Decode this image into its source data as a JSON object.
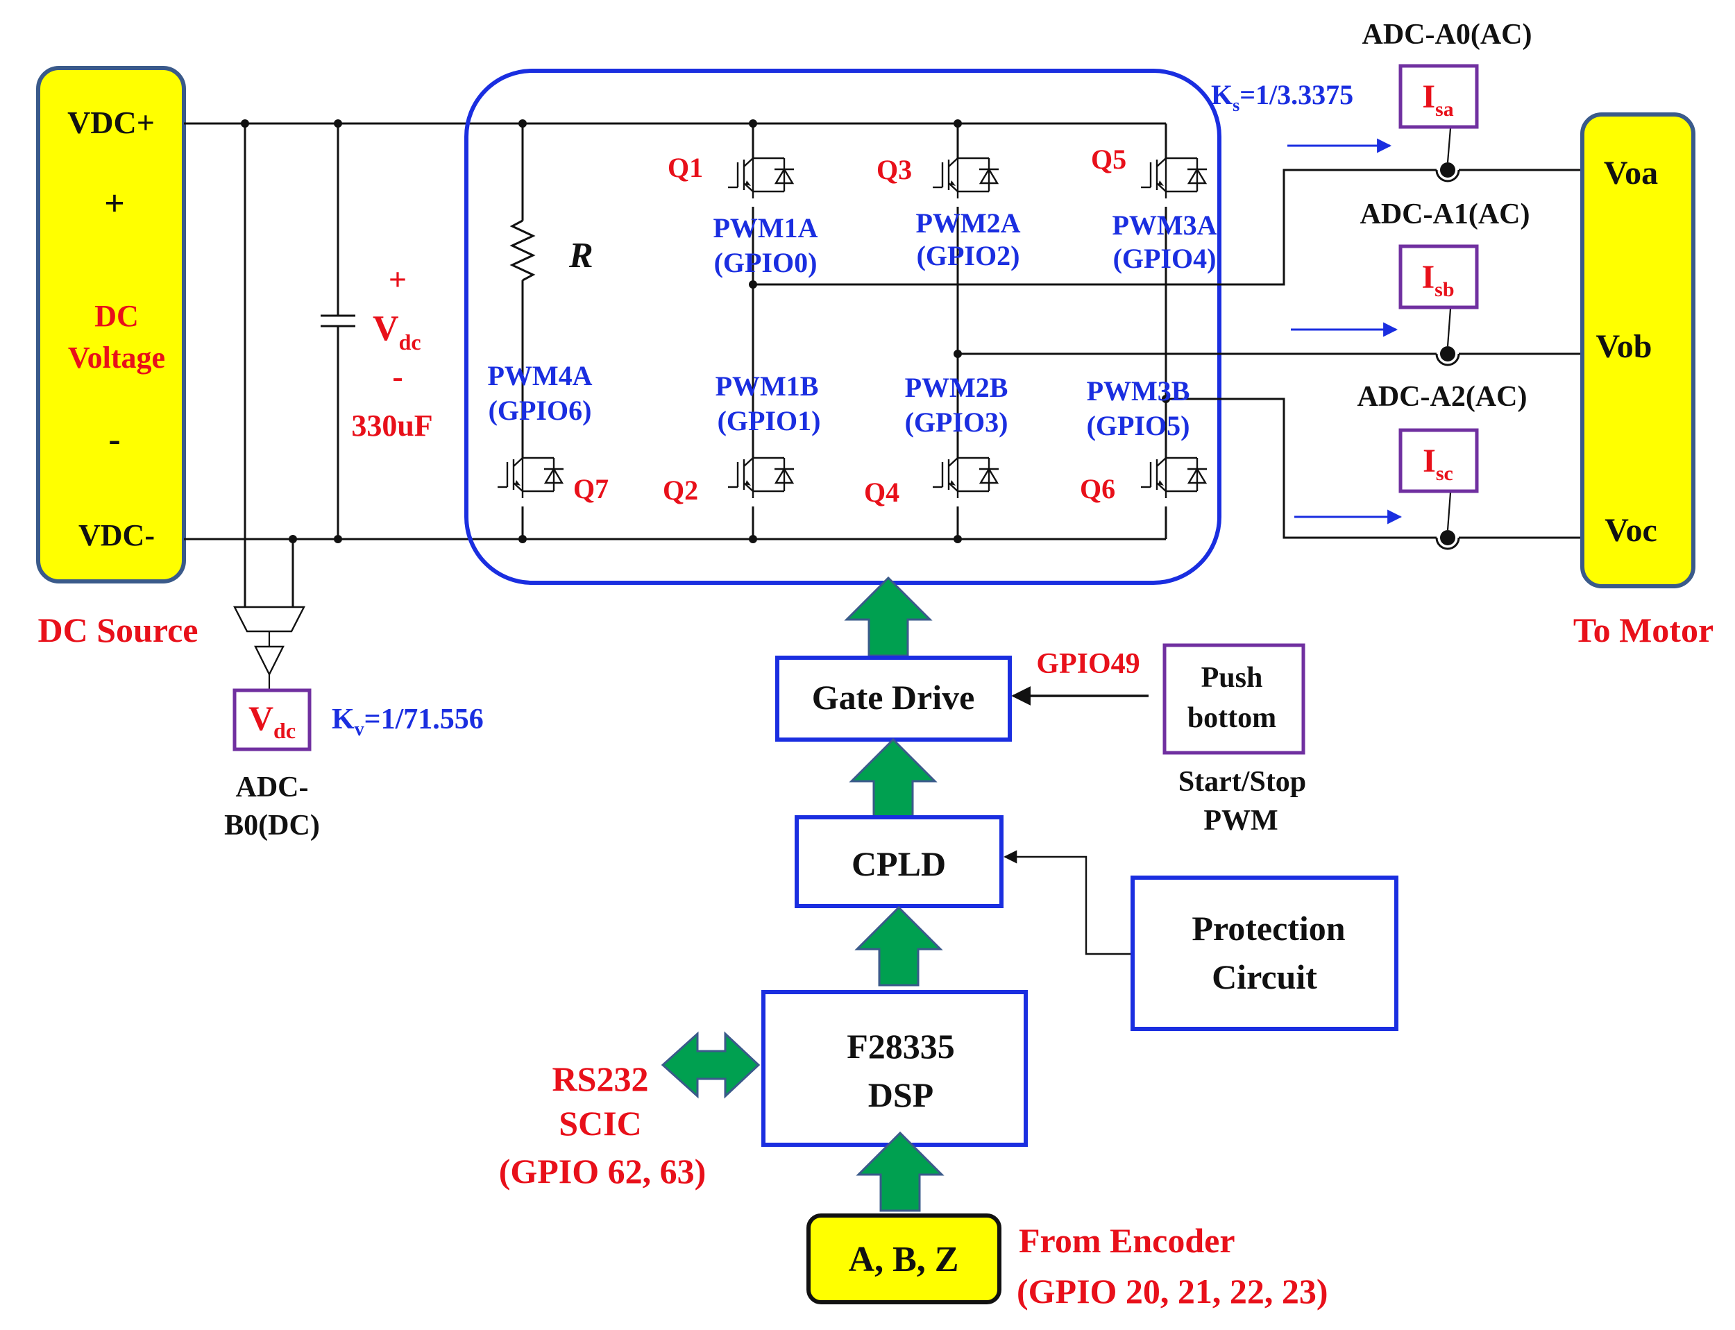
{
  "dc_source": {
    "vdc_plus": "VDC+",
    "plus": "+",
    "dc": "DC",
    "voltage": "Voltage",
    "minus": "-",
    "vdc_minus": "VDC-",
    "caption": "DC Source"
  },
  "capacitor": {
    "plus": "+",
    "v": "V",
    "v_sub": "dc",
    "minus": "-",
    "value": "330uF"
  },
  "resistor_label": "R",
  "switches": [
    {
      "id": "Q1",
      "pwm": "PWM1A",
      "gpio": "(GPIO0)"
    },
    {
      "id": "Q2",
      "pwm": "PWM1B",
      "gpio": "(GPIO1)"
    },
    {
      "id": "Q3",
      "pwm": "PWM2A",
      "gpio": "(GPIO2)"
    },
    {
      "id": "Q4",
      "pwm": "PWM2B",
      "gpio": "(GPIO3)"
    },
    {
      "id": "Q5",
      "pwm": "PWM3A",
      "gpio": "(GPIO4)"
    },
    {
      "id": "Q6",
      "pwm": "PWM3B",
      "gpio": "(GPIO5)"
    },
    {
      "id": "Q7",
      "pwm": "PWM4A",
      "gpio": "(GPIO6)"
    }
  ],
  "vdc_sensor": {
    "v": "V",
    "sub": "dc",
    "gain_k": "K",
    "gain_sub": "v",
    "gain_value": "=1/71.556",
    "adc_line1": "ADC-",
    "adc_line2": "B0(DC)"
  },
  "current_sensors": {
    "gain_k": "K",
    "gain_sub": "s",
    "gain_value": "=1/3.3375",
    "items": [
      {
        "adc": "ADC-A0(AC)",
        "i": "I",
        "sub": "sa"
      },
      {
        "adc": "ADC-A1(AC)",
        "i": "I",
        "sub": "sb"
      },
      {
        "adc": "ADC-A2(AC)",
        "i": "I",
        "sub": "sc"
      }
    ]
  },
  "motor": {
    "outputs": [
      "Voa",
      "Vob",
      "Voc"
    ],
    "caption": "To Motor"
  },
  "blocks": {
    "gate_drive": "Gate Drive",
    "gpio49": "GPIO49",
    "push_line1": "Push",
    "push_line2": "bottom",
    "start_stop_line1": "Start/Stop",
    "start_stop_line2": "PWM",
    "cpld": "CPLD",
    "protection_line1": "Protection",
    "protection_line2": "Circuit",
    "dsp_line1": "F28335",
    "dsp_line2": "DSP",
    "rs232_line1": "RS232",
    "rs232_line2": "SCIC",
    "rs232_line3": "(GPIO 62, 63)",
    "encoder": "A, B, Z",
    "encoder_line1": "From Encoder",
    "encoder_line2": "(GPIO 20, 21, 22, 23)"
  },
  "colors": {
    "yellow": "#ffff00",
    "red": "#e8101a",
    "blue": "#1a2ee0",
    "purple": "#7030a0",
    "green": "#00a050"
  }
}
